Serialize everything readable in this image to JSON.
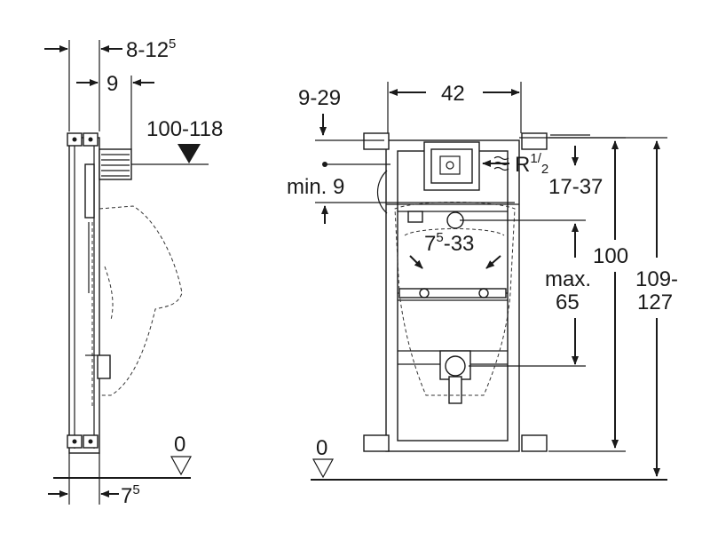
{
  "side_view": {
    "dim_depth_range": {
      "base": "8-12",
      "sup": "5"
    },
    "dim_nine": "9",
    "dim_pipe_height": "100-118",
    "dim_floor_zero": "0",
    "dim_bottom_offset": {
      "base": "7",
      "sup": "5"
    }
  },
  "front_view": {
    "dim_offset_range": "9-29",
    "dim_width": "42",
    "dim_min_nine": "min. 9",
    "dim_thread": {
      "base": "R",
      "sup": "1",
      "sub": "2"
    },
    "dim_inlet_range": "17-37",
    "dim_spacing": {
      "base": "7",
      "sup": "5",
      "rest": "-33"
    },
    "dim_height": "100",
    "dim_max": "max.",
    "dim_max_value": "65",
    "dim_total_top": "109-",
    "dim_total_bottom": "127",
    "dim_floor_zero": "0"
  },
  "colors": {
    "line": "#1a1a1a",
    "background": "#ffffff"
  }
}
